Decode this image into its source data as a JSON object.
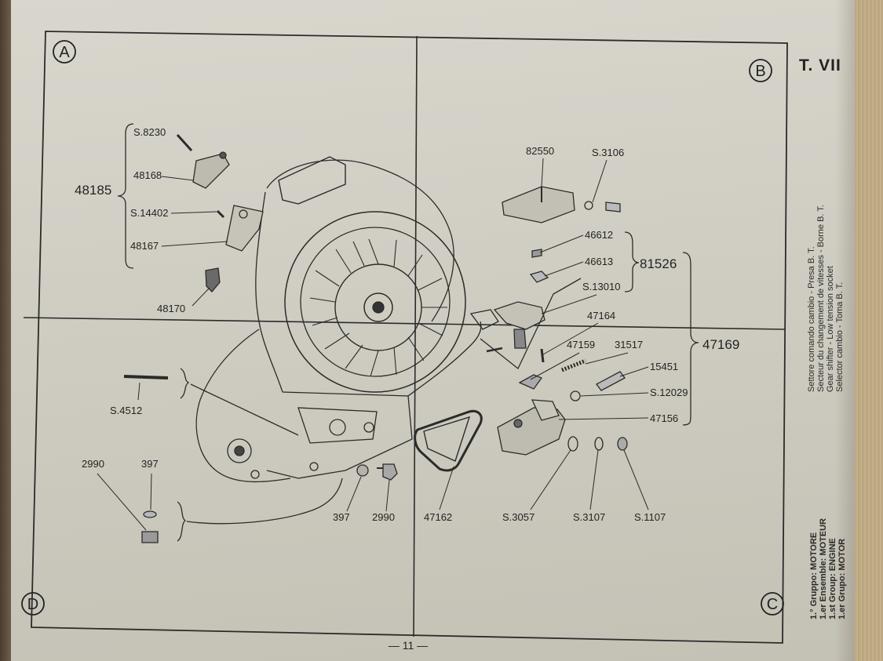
{
  "plate": {
    "title": "T. VII",
    "page_number": "— 11 —",
    "quadrants": [
      "A",
      "B",
      "C",
      "D"
    ]
  },
  "captions": {
    "section": [
      "Settore comando cambio - Presa B. T.",
      "Secteur du changement de vitesses - Borne B. T.",
      "Gear shifter - Low tension socket",
      "Selector cambio - Toma B. T."
    ],
    "group": [
      "1.° Gruppo: MOTORE",
      "1.er Ensemble: MOTEUR",
      "1.st Group: ENGINE",
      "1.er Grupo: MOTOR"
    ]
  },
  "assemblies": {
    "a48185": "48185",
    "a81526": "81526",
    "a47169": "47169"
  },
  "parts": {
    "p_s8230": "S.8230",
    "p_48168": "48168",
    "p_s14402": "S.14402",
    "p_48167": "48167",
    "p_48170": "48170",
    "p_s4512": "S.4512",
    "p_2990_left": "2990",
    "p_397_left": "397",
    "p_397_bottom": "397",
    "p_2990_bottom": "2990",
    "p_47162": "47162",
    "p_82550": "82550",
    "p_s3106": "S.3106",
    "p_46612": "46612",
    "p_46613": "46613",
    "p_s13010": "S.13010",
    "p_47164": "47164",
    "p_47159": "47159",
    "p_31517": "31517",
    "p_15451": "15451",
    "p_s12029": "S.12029",
    "p_47156": "47156",
    "p_s3057": "S.3057",
    "p_s3107": "S.3107",
    "p_s1107": "S.1107"
  }
}
